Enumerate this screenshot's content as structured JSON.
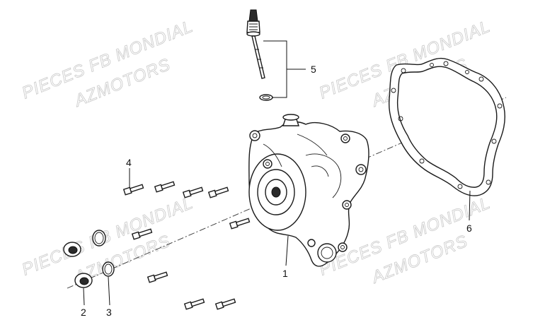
{
  "watermarks": [
    {
      "line1": "PIECES FB MONDIAL",
      "line2": "AZMOTORS"
    },
    {
      "line1": "PIECES FB MONDIAL",
      "line2": "AZMOTORS"
    },
    {
      "line1": "PIECES FB MONDIAL",
      "line2": "AZMOTORS"
    },
    {
      "line1": "PIECES FB MONDIAL",
      "line2": "AZMOTORS"
    }
  ],
  "callouts": {
    "c1": "1",
    "c2": "2",
    "c3": "3",
    "c4": "4",
    "c5": "5",
    "c6": "6"
  }
}
